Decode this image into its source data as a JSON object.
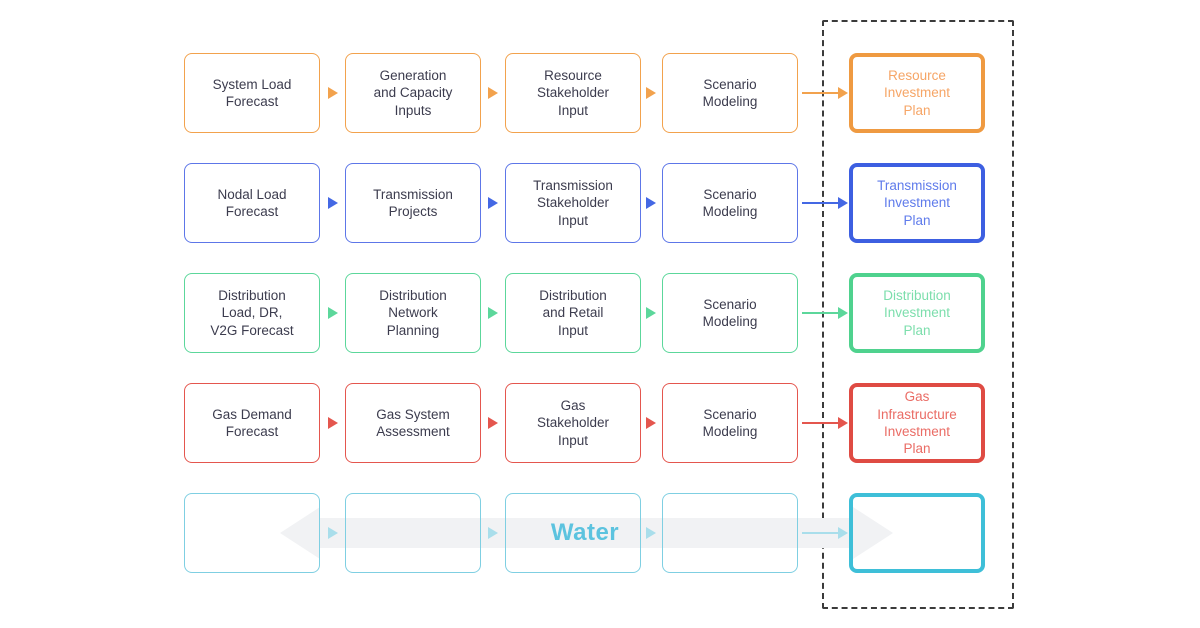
{
  "diagram": {
    "text_color": "#3C3C4E",
    "outline_color": "#3B3B3B",
    "band_color": "#F1F2F4",
    "rows": [
      {
        "id": "resource",
        "box_color": "#F2A24D",
        "plan_color": "#EF9A41",
        "plan_text_color": "#F6A566",
        "arrow_color": "#F2A24D",
        "cells": [
          "System Load\nForecast",
          "Generation\nand Capacity\nInputs",
          "Resource\nStakeholder\nInput",
          "Scenario\nModeling"
        ],
        "plan": "Resource\nInvestment\nPlan"
      },
      {
        "id": "transmission",
        "box_color": "#5D76E8",
        "plan_color": "#3D5FE1",
        "plan_text_color": "#5F7BEB",
        "arrow_color": "#4468E4",
        "cells": [
          "Nodal Load\nForecast",
          "Transmission\nProjects",
          "Transmission\nStakeholder\nInput",
          "Scenario\nModeling"
        ],
        "plan": "Transmission\nInvestment\nPlan"
      },
      {
        "id": "distribution",
        "box_color": "#5CD79B",
        "plan_color": "#4FD28E",
        "plan_text_color": "#7CDEAC",
        "arrow_color": "#5CD79B",
        "cells": [
          "Distribution\nLoad, DR,\nV2G Forecast",
          "Distribution\nNetwork\nPlanning",
          "Distribution\nand Retail\nInput",
          "Scenario\nModeling"
        ],
        "plan": "Distribution\nInvestment\nPlan"
      },
      {
        "id": "gas",
        "box_color": "#E4564E",
        "plan_color": "#DF4B43",
        "plan_text_color": "#EA6C65",
        "arrow_color": "#E4564E",
        "cells": [
          "Gas Demand\nForecast",
          "Gas System\nAssessment",
          "Gas\nStakeholder\nInput",
          "Scenario\nModeling"
        ],
        "plan": "Gas\nInfrastructure\nInvestment\nPlan"
      },
      {
        "id": "water",
        "transparent": true,
        "box_color": "#7FCFE2",
        "plan_color": "#3EBFD8",
        "plan_text_color": "#5CC3DF",
        "arrow_color": "#A9DEEB",
        "cells": [
          "",
          "",
          "",
          ""
        ],
        "plan": "",
        "label": "Water",
        "label_color": "#5CC3DF"
      }
    ]
  }
}
